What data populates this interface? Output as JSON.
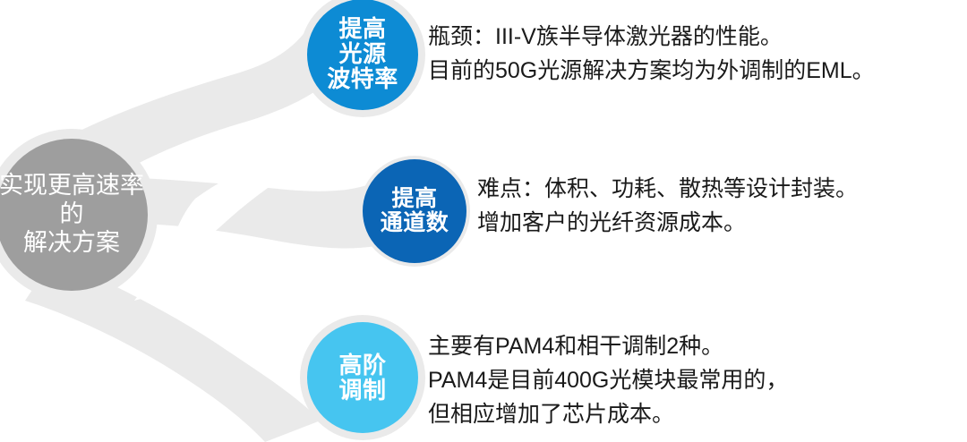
{
  "diagram": {
    "type": "mind-map",
    "background_color": "#ffffff",
    "branch_color": "#eaeaea",
    "halo_color": "#eaeaea",
    "text_color": "#1a1a1a",
    "root": {
      "label_lines": [
        "实现更高速率",
        "的",
        "解决方案"
      ],
      "color": "#9e9e9e",
      "text_color": "#ffffff"
    },
    "branches": [
      {
        "node": {
          "label_lines": [
            "提高",
            "光源",
            "波特率"
          ],
          "color": "#0d8bd4",
          "text_color": "#ffffff"
        },
        "text_lines": [
          "瓶颈：III-V族半导体激光器的性能。",
          "目前的50G光源解决方案均为外调制的EML。"
        ]
      },
      {
        "node": {
          "label_lines": [
            "提高",
            "通道数"
          ],
          "color": "#0b65b5",
          "text_color": "#ffffff"
        },
        "text_lines": [
          "难点：体积、功耗、散热等设计封装。",
          "增加客户的光纤资源成本。"
        ]
      },
      {
        "node": {
          "label_lines": [
            "高阶",
            "调制"
          ],
          "color": "#46c5f0",
          "text_color": "#ffffff"
        },
        "text_lines": [
          "主要有PAM4和相干调制2种。",
          "PAM4是目前400G光模块最常用的，",
          "但相应增加了芯片成本。"
        ]
      }
    ]
  }
}
